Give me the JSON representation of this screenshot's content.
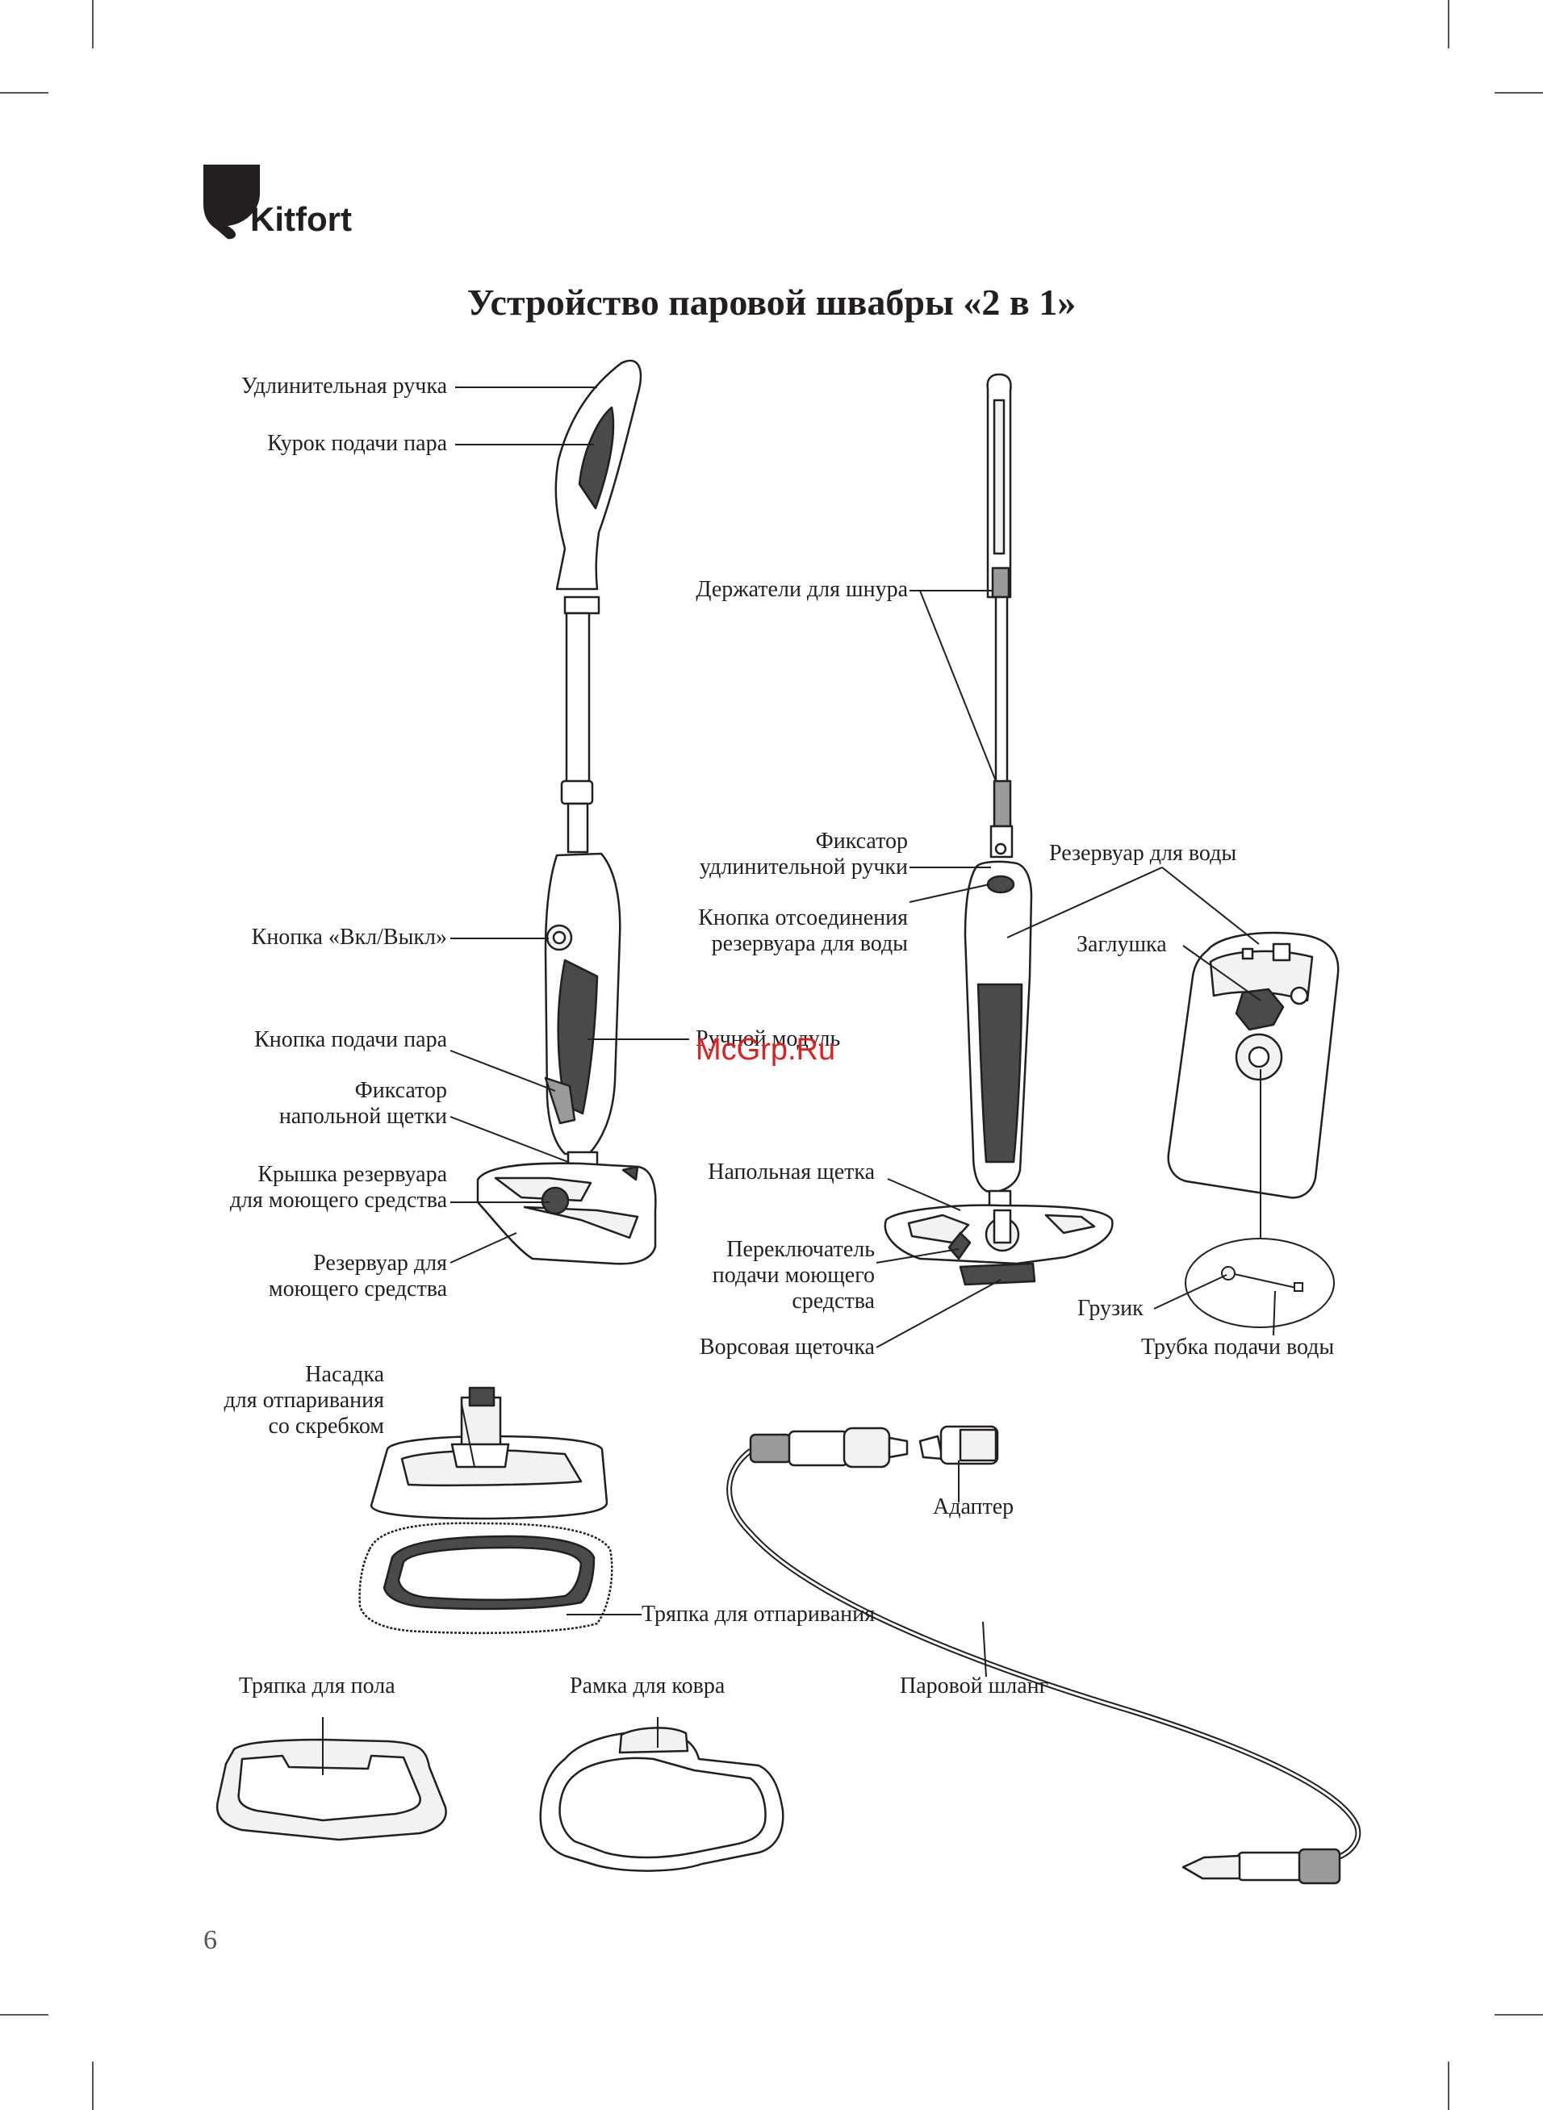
{
  "brand": {
    "name": "Kitfort"
  },
  "title": "Устройство паровой швабры «2 в 1»",
  "watermark": "McGrp.Ru",
  "page_number": "6",
  "labels": {
    "extension_handle": "Удлинительная ручка",
    "steam_trigger": "Курок подачи пара",
    "cord_holders": "Держатели для шнура",
    "handle_lock": [
      "Фиксатор",
      "удлинительной ручки"
    ],
    "water_tank": "Резервуар для воды",
    "tank_release": [
      "Кнопка отсоединения",
      "резервуара для воды"
    ],
    "plug": "Заглушка",
    "power_button": "Кнопка «Вкл/Выкл»",
    "steam_button": "Кнопка подачи пара",
    "hand_module": "Ручной модуль",
    "brush_lock": [
      "Фиксатор",
      "напольной щетки"
    ],
    "detergent_cap": [
      "Крышка резервуара",
      "для моющего средства"
    ],
    "detergent_tank": [
      "Резервуар для",
      "моющего средства"
    ],
    "floor_brush": "Напольная щетка",
    "detergent_switch": [
      "Переключатель",
      "подачи моющего",
      "средства"
    ],
    "bristle_brush": "Ворсовая щеточка",
    "weight": "Грузик",
    "water_tube": "Трубка подачи воды",
    "steam_nozzle": [
      "Насадка",
      "для отпаривания",
      "со скребком"
    ],
    "adapter": "Адаптер",
    "steaming_cloth": "Тряпка для отпаривания",
    "floor_cloth": "Тряпка для пола",
    "carpet_frame": "Рамка для ковра",
    "steam_hose": "Паровой шланг"
  },
  "colors": {
    "ink": "#231f20",
    "watermark": "#e02020",
    "fill_light": "#f2f2f2",
    "fill_dark": "#4a4a4a"
  }
}
